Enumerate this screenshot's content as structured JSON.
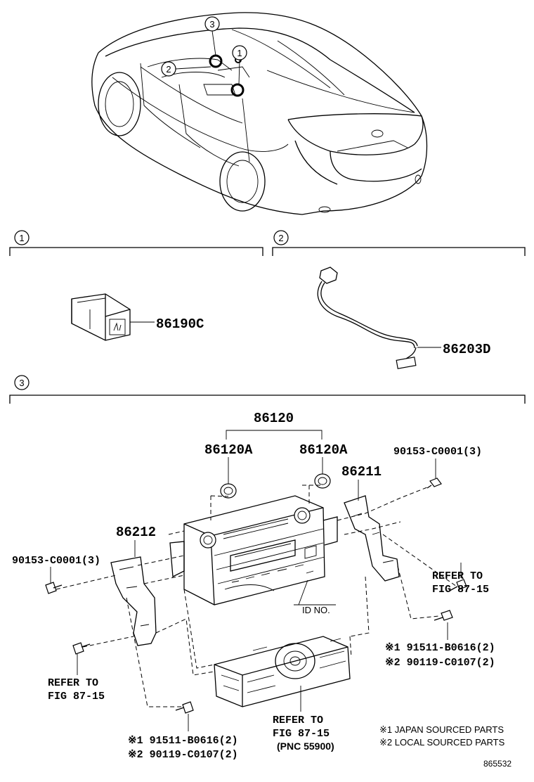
{
  "callouts": {
    "c1": "1",
    "c2": "2",
    "c3": "3"
  },
  "sections": {
    "s1": "1",
    "s2": "2",
    "s3": "3"
  },
  "parts": {
    "switch": "86190C",
    "cable": "86203D",
    "receiver": "86120",
    "knob_left": "86120A",
    "knob_right": "86120A",
    "bracket_right": "86211",
    "bracket_left": "86212",
    "screw_right": "90153-C0001(3)",
    "screw_left": "90153-C0001(3)"
  },
  "refs": {
    "right_ref_line1": "REFER TO",
    "right_ref_line2": "FIG 87-15",
    "left_ref_line1": "REFER TO",
    "left_ref_line2": "FIG 87-15",
    "bottom_ref_line1": "REFER TO",
    "bottom_ref_line2": "FIG 87-15",
    "bottom_ref_line3": "(PNC 55900)",
    "id_no": "ID NO."
  },
  "bolts": {
    "right_a": "※1 91511-B0616(2)",
    "right_b": "※2 90119-C0107(2)",
    "bottom_a": "※1 91511-B0616(2)",
    "bottom_b": "※2 90119-C0107(2)"
  },
  "legend": {
    "note1": "※1 JAPAN SOURCED PARTS",
    "note2": "※2 LOCAL SOURCED PARTS"
  },
  "figure_code": "865532"
}
